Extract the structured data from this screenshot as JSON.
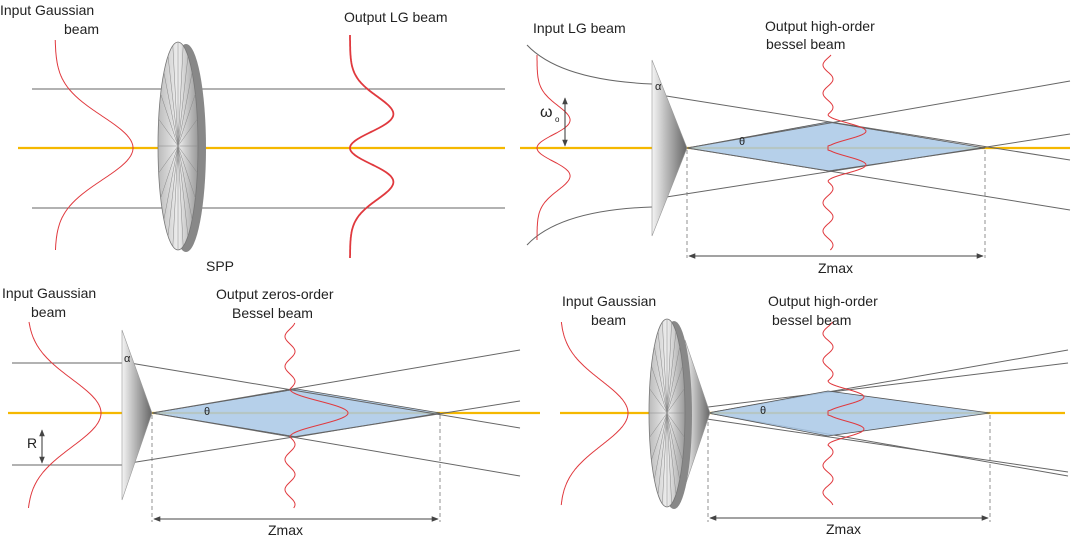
{
  "panels": {
    "spp_lg": {
      "input_line1": "Input Gaussian",
      "input_line2": "beam",
      "output": "Output LG beam",
      "element": "SPP"
    },
    "axicon_lg": {
      "input": "Input LG beam",
      "output_line1": "Output high-order",
      "output_line2": "bessel  beam",
      "waist_symbol": "ω",
      "waist_sub": "o",
      "alpha": "α",
      "theta": "θ",
      "zmax": "Zmax"
    },
    "axicon_gauss": {
      "input_line1": "Input Gaussian",
      "input_line2": "beam",
      "output_line1": "Output zeros-order",
      "output_line2": "Bessel  beam",
      "radius": "R",
      "alpha": "α",
      "theta": "θ",
      "zmax": "Zmax"
    },
    "spp_axicon": {
      "input_line1": "Input Gaussian",
      "input_line2": "beam",
      "output_line1": "Output high-order",
      "output_line2": "bessel  beam",
      "theta": "θ",
      "zmax": "Zmax"
    }
  },
  "colors": {
    "optical_axis": "#f5b800",
    "beam_profile": "#e0393e",
    "overlap_region": "#a9c8e6"
  }
}
